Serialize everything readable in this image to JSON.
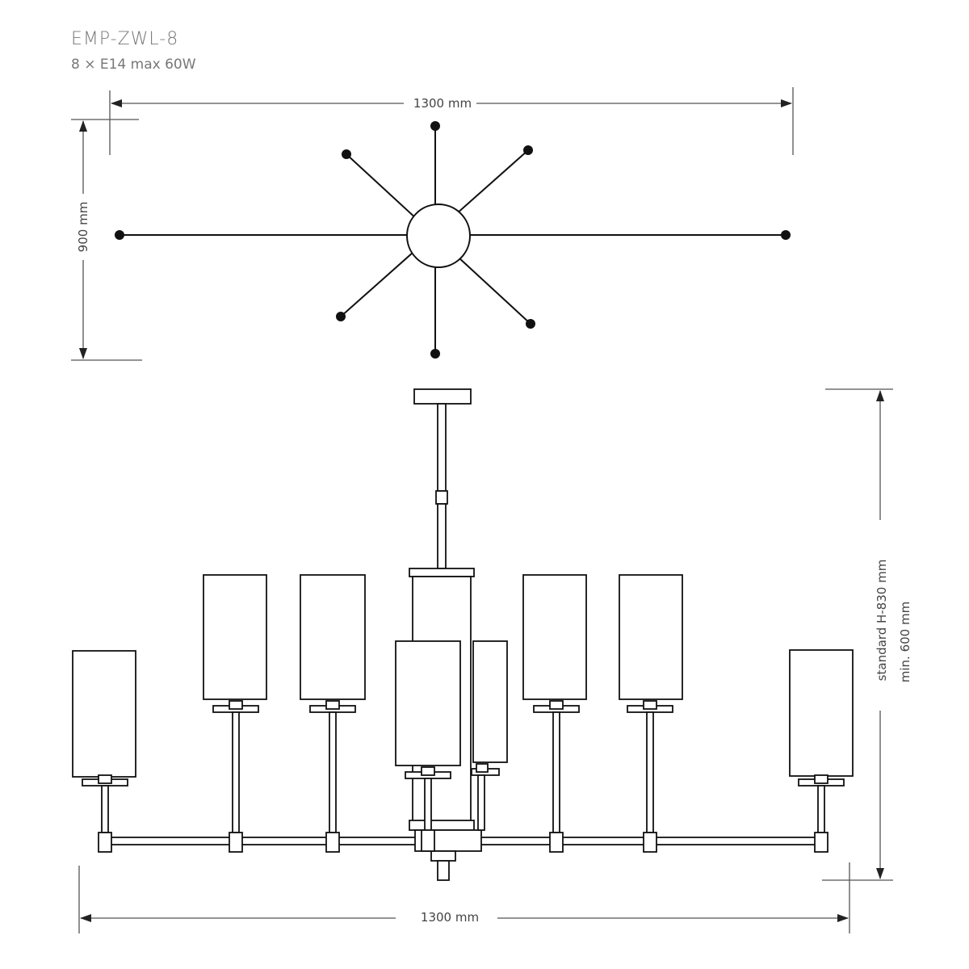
{
  "header": {
    "model": "EMP-ZWL-8",
    "spec": "8 × E14 max 60W"
  },
  "dimensions": {
    "top_width": "1300 mm",
    "top_depth": "900 mm",
    "bottom_width": "1300 mm",
    "height_standard": "standard H-830 mm",
    "height_min": "min. 600 mm"
  }
}
